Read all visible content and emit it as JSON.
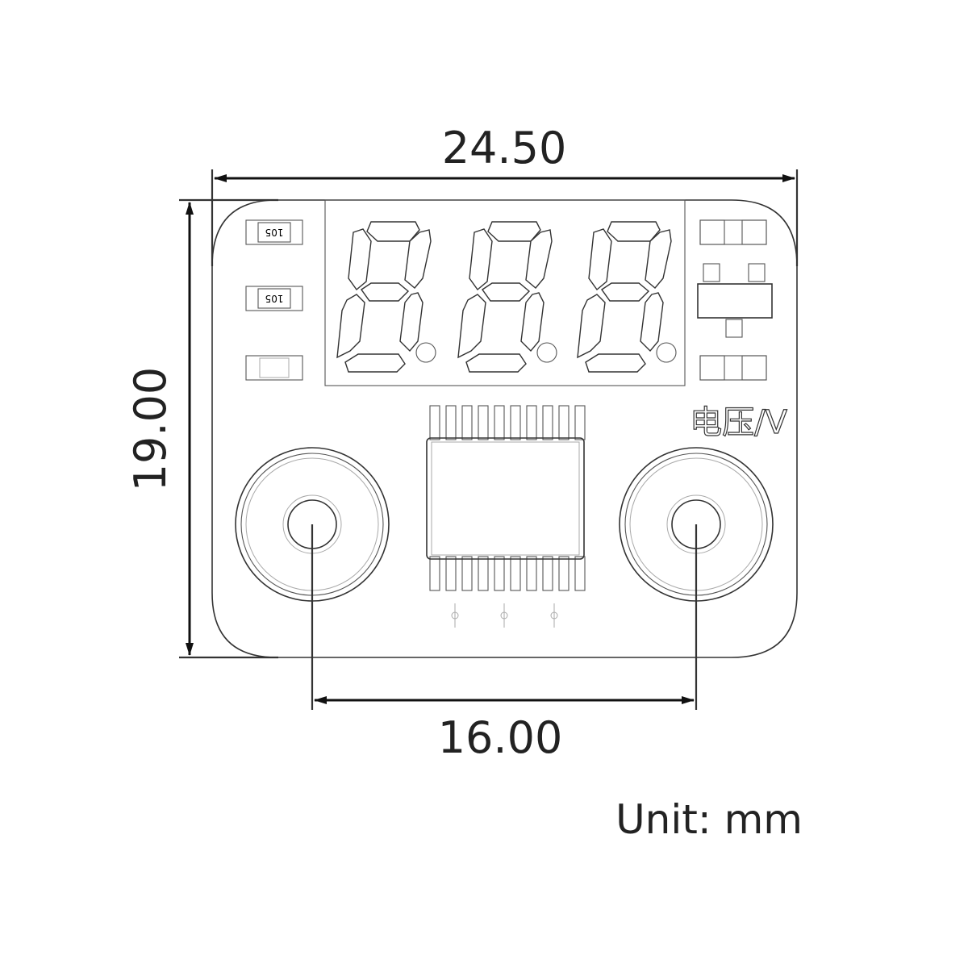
{
  "diagram": {
    "type": "dimension-drawing",
    "subject": "voltage display module (3-digit 7-segment)",
    "dimensions": {
      "width": "24.50",
      "height": "19.00",
      "hole_spacing": "16.00"
    },
    "unit_label": "Unit: mm",
    "board_label": "电压/V",
    "resistor_markings": [
      "105",
      "105"
    ],
    "display": {
      "digits": 3,
      "pattern": "8.8.8."
    },
    "colors": {
      "line": "#333333",
      "background": "#ffffff",
      "text": "#222222"
    }
  }
}
